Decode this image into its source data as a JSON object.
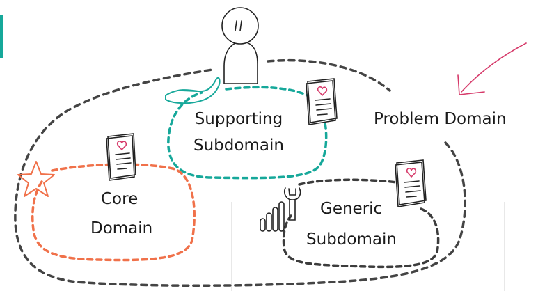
{
  "diagram": {
    "problem_domain": {
      "label": "Problem Domain"
    },
    "supporting_subdomain": {
      "line1": "Supporting",
      "line2": "Subdomain",
      "color": "#16a89a"
    },
    "core_domain": {
      "line1": "Core",
      "line2": "Domain",
      "color": "#f0714a"
    },
    "generic_subdomain": {
      "line1": "Generic",
      "line2": "Subdomain",
      "color": "#3c3c3c"
    },
    "outline_color": "#444444",
    "accent_color": "#d63a6a",
    "icons": [
      "person-icon",
      "hand-icon",
      "document-heart-icon",
      "star-icon",
      "wrench-icon",
      "bar-chart-icon",
      "arrow-icon"
    ]
  }
}
